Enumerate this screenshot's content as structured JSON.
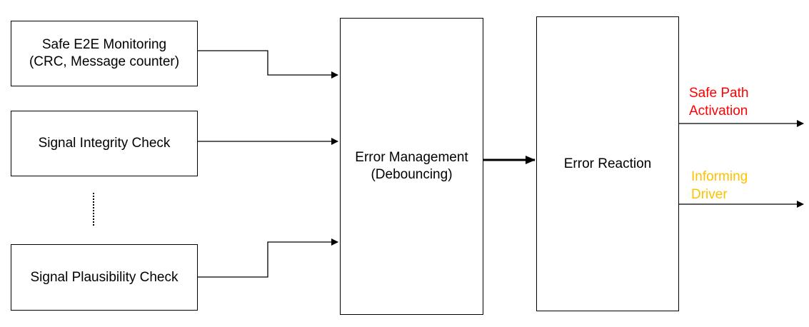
{
  "inputs": {
    "e2e": {
      "line1": "Safe E2E Monitoring",
      "line2": "(CRC, Message counter)"
    },
    "integrity": {
      "label": "Signal Integrity Check"
    },
    "plausibility": {
      "label": "Signal Plausibility Check"
    }
  },
  "error_management": {
    "line1": "Error Management",
    "line2": "(Debouncing)"
  },
  "error_reaction": {
    "label": "Error Reaction"
  },
  "outputs": {
    "safe_path": {
      "line1": "Safe Path",
      "line2": "Activation",
      "color": "#ff0000"
    },
    "informing": {
      "line1": "Informing",
      "line2": "Driver",
      "color": "#ffc000"
    }
  }
}
